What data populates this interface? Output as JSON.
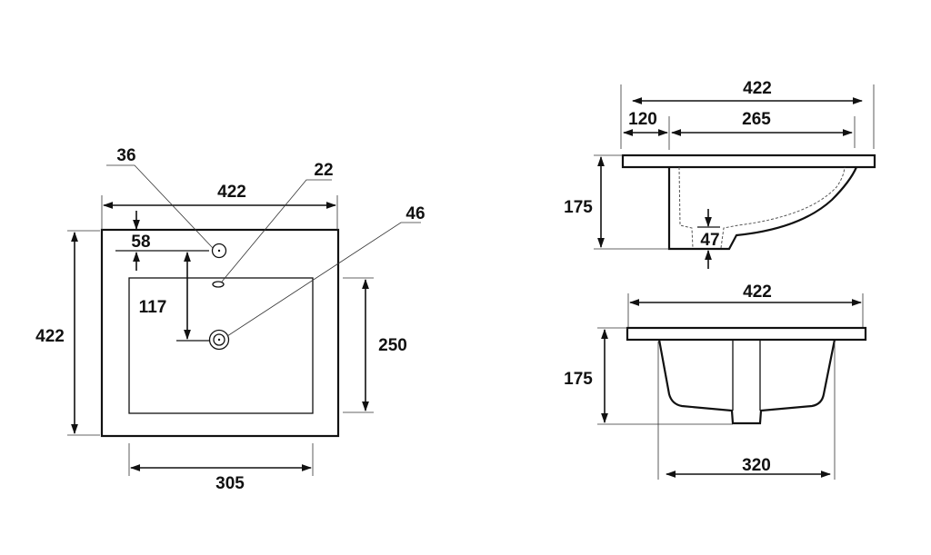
{
  "top_view": {
    "width": "422",
    "depth": "422",
    "tap_hole_offset": "58",
    "tap_to_drain": "117",
    "bowl_depth": "250",
    "bowl_width": "305",
    "tap_hole_diameter": "36",
    "overflow_diameter": "22",
    "drain_diameter": "46"
  },
  "side_view": {
    "width": "422",
    "back_offset": "120",
    "bowl_length": "265",
    "height": "175",
    "drain_height": "47"
  },
  "front_view": {
    "width": "422",
    "height": "175",
    "bowl_width": "320"
  }
}
